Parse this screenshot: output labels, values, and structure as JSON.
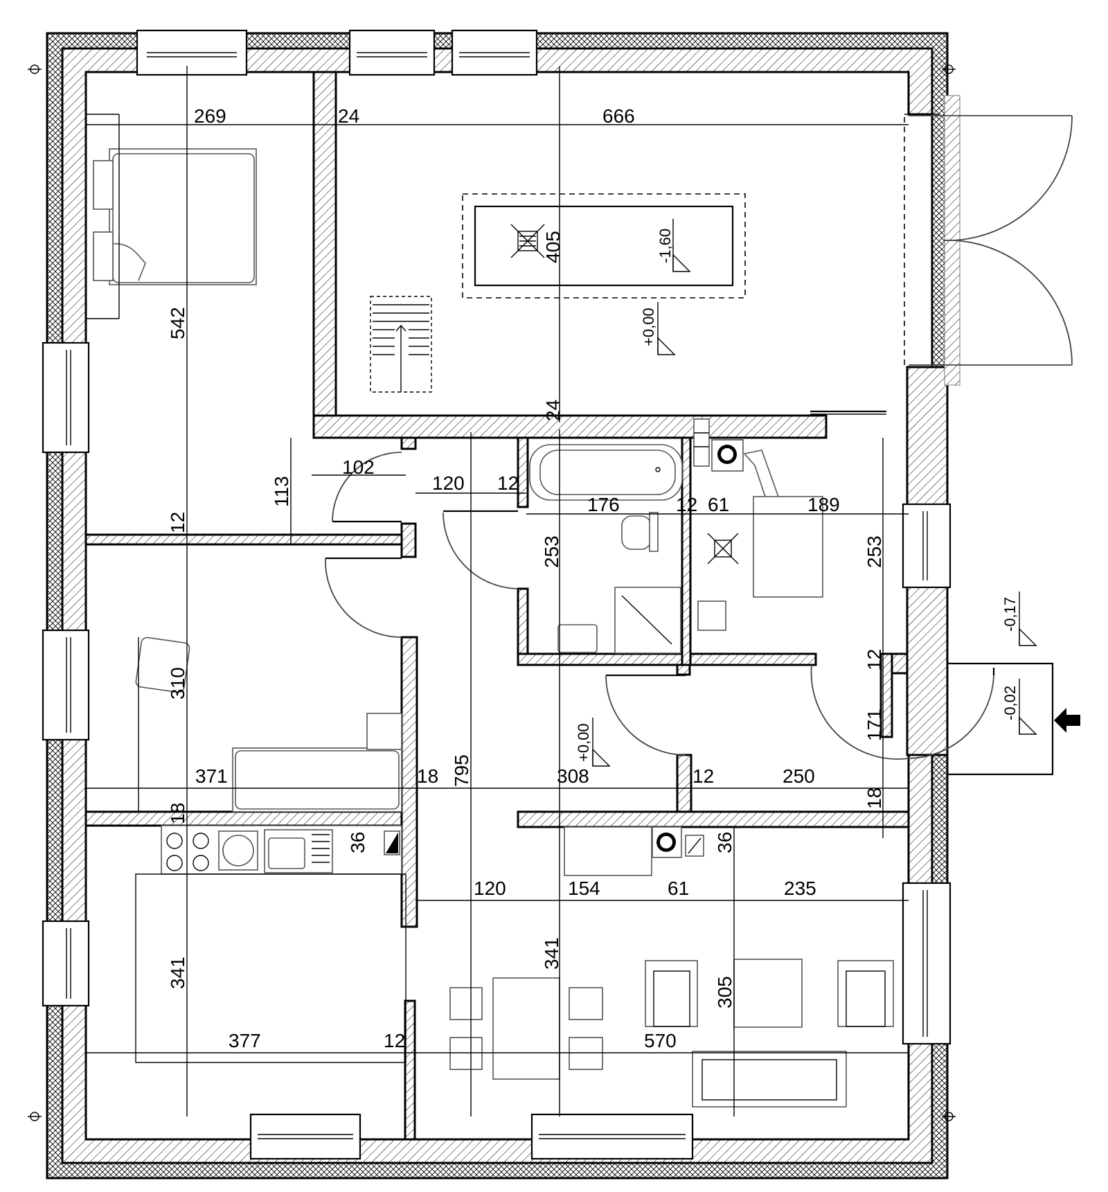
{
  "dimensions": {
    "bedroom_width": "269",
    "wall_top_1": "24",
    "living_top_width": "666",
    "bedroom_depth": "542",
    "pit_length": "405",
    "wall_mid_1": "24",
    "hall_door": "102",
    "hall_depth": "113",
    "corridor_1": "120",
    "wall_bath_1": "12",
    "bath_width": "176",
    "wall_bath_2": "12",
    "wc_gap": "61",
    "utility_width": "189",
    "wall_bedroom_2": "12",
    "bath_depth_1": "253",
    "bath_depth_2": "253",
    "room2_depth": "310",
    "wall_entry": "12",
    "entry_depth": "171",
    "room2_width": "371",
    "wall_room2": "18",
    "total_depth": "795",
    "hall_width": "308",
    "wall_hall": "12",
    "entry_width": "250",
    "wall_entry_2": "18",
    "wall_kitchen": "18",
    "counter_1": "36",
    "counter_2": "36",
    "corridor_2": "120",
    "utility_2": "154",
    "gap_2": "61",
    "living_2": "235",
    "kitchen_depth": "341",
    "living_depth_1": "341",
    "living_depth_2": "305",
    "kitchen_width": "377",
    "wall_kitchen_2": "12",
    "living_width": "570"
  },
  "levels": {
    "pit": "-1,60",
    "garage": "+0,00",
    "hall": "+0,00",
    "terrace": "-0,17",
    "entry": "-0,02"
  }
}
